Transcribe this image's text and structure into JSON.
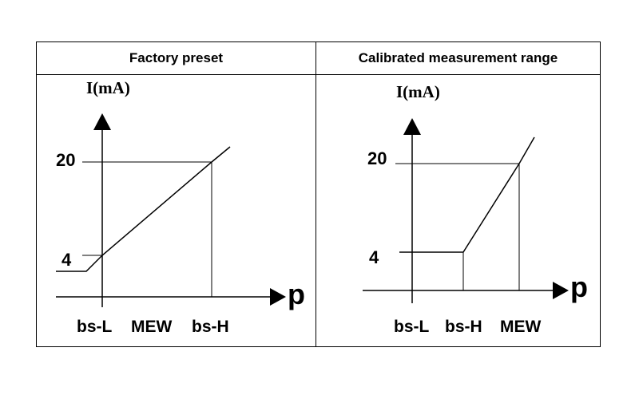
{
  "panels": [
    {
      "title": "Factory preset",
      "y_axis_label": "I(mA)",
      "x_axis_label": "p",
      "y_ticks": [
        "20",
        "4"
      ],
      "x_labels": [
        "bs-L",
        "MEW",
        "bs-H"
      ]
    },
    {
      "title": "Calibrated measurement range",
      "y_axis_label": "I(mA)",
      "x_axis_label": "p",
      "y_ticks": [
        "20",
        "4"
      ],
      "x_labels": [
        "bs-L",
        "bs-H",
        "MEW"
      ]
    }
  ]
}
